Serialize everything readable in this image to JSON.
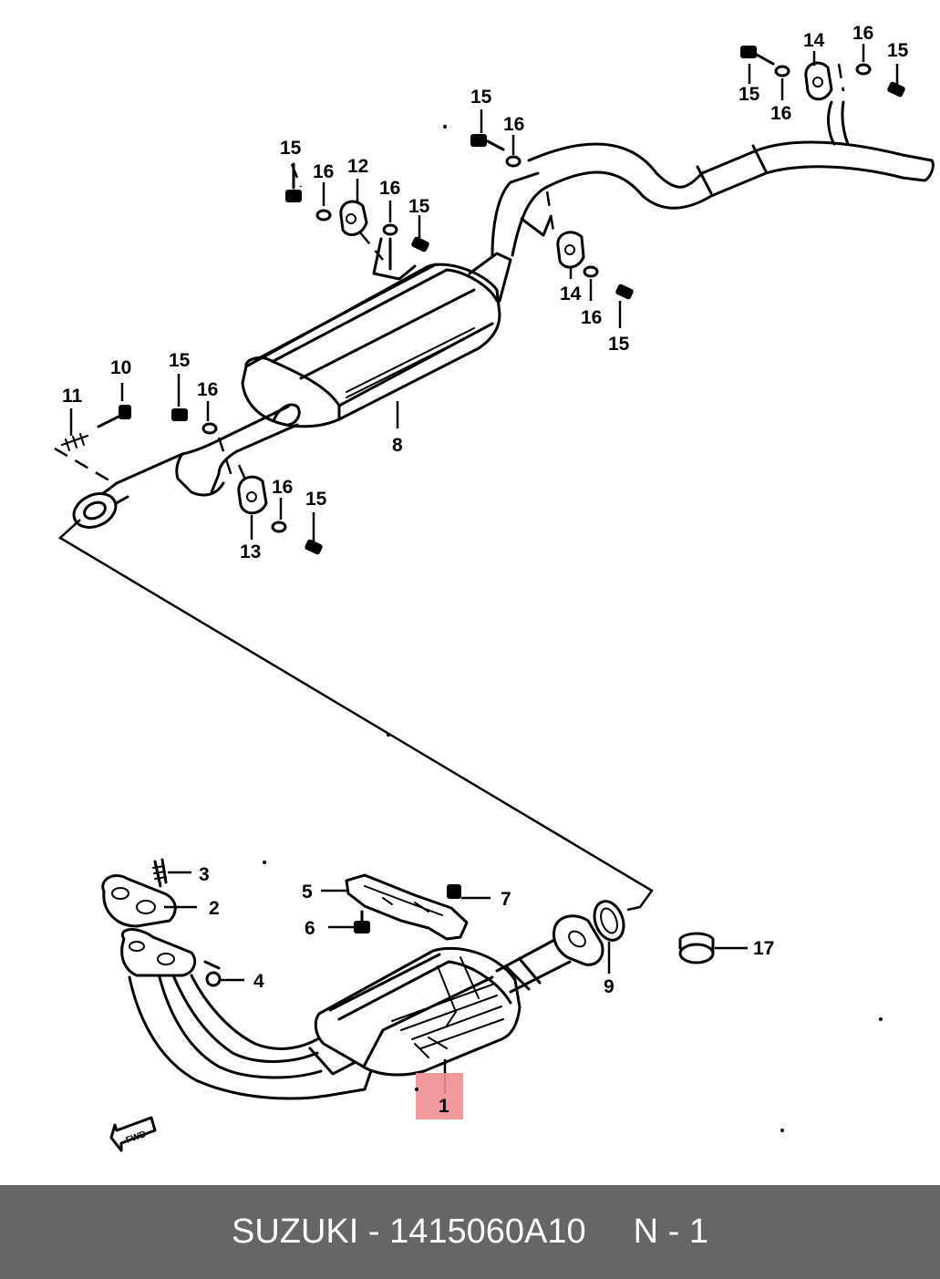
{
  "diagram": {
    "callouts": [
      "1",
      "2",
      "3",
      "4",
      "5",
      "6",
      "7",
      "8",
      "9",
      "10",
      "11",
      "12",
      "13",
      "14",
      "15",
      "16",
      "17"
    ],
    "direction_marker": "FWD",
    "highlighted_callout": "1",
    "highlight_color": "#f08f93"
  },
  "footer": {
    "brand": "SUZUKI",
    "separator": "-",
    "part_number": "1415060A10",
    "position_code": "N - 1",
    "background_color": "#666666",
    "text_color": "#ffffff"
  }
}
